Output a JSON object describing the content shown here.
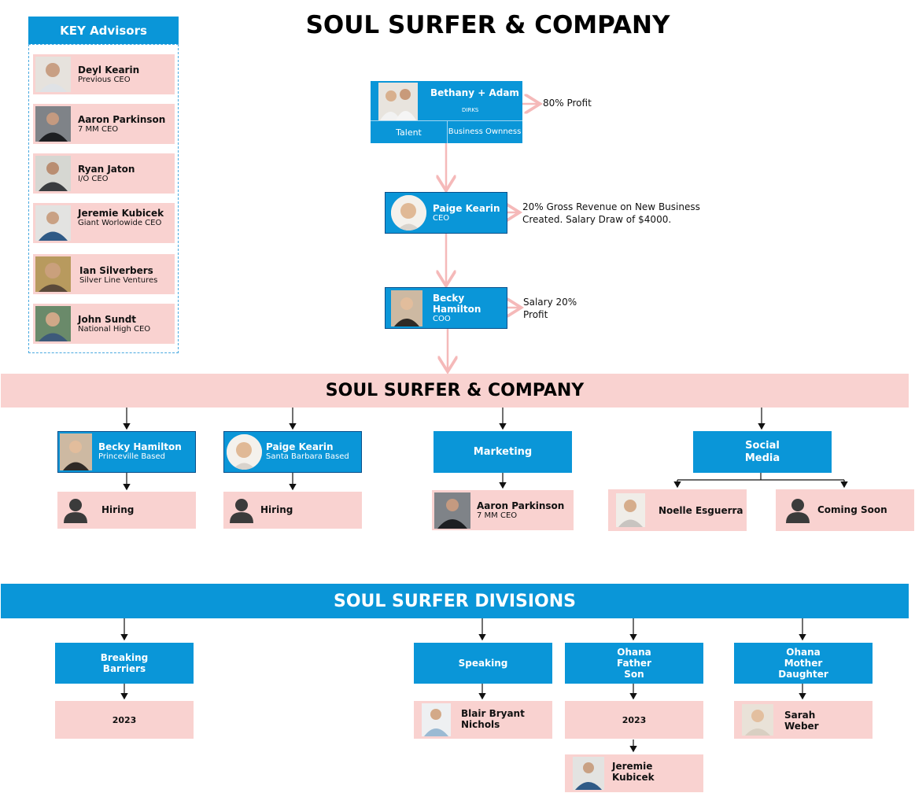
{
  "main_title": "SOUL SURFER & COMPANY",
  "advisors": {
    "header": "KEY Advisors",
    "items": [
      {
        "name": "Deyl Kearin",
        "role": "Previous CEO"
      },
      {
        "name": "Aaron Parkinson",
        "role": "7 MM CEO"
      },
      {
        "name": "Ryan Jaton",
        "role": "I/O CEO"
      },
      {
        "name": "Jeremie Kubicek",
        "role": "Giant Worlowide CEO"
      },
      {
        "name": "Ian Silverbers",
        "role": "Silver Line Ventures"
      },
      {
        "name": "John Sundt",
        "role": "National High CEO"
      }
    ]
  },
  "top_chain": {
    "owners": {
      "name": "Bethany + Adam",
      "sub": "DIRKS",
      "left": "Talent",
      "right": "Business Ownness",
      "note": "80% Profit"
    },
    "ceo": {
      "name": "Paige Kearin",
      "role": "CEO",
      "note": "20% Gross Revenue on New Business Created. Salary Draw of $4000."
    },
    "coo": {
      "name": "Becky Hamilton",
      "role": "COO",
      "note": "Salary 20% Profit"
    }
  },
  "company_band": "SOUL SURFER & COMPANY",
  "company_units": [
    {
      "name": "Becky Hamilton",
      "sub": "Princeville Based",
      "child": "Hiring"
    },
    {
      "name": "Paige Kearin",
      "sub": "Santa Barbara Based",
      "child": "Hiring"
    },
    {
      "name": "Marketing",
      "child_name": "Aaron Parkinson",
      "child_role": "7 MM CEO"
    },
    {
      "name": "Social Media",
      "children": [
        "Noelle Esguerra",
        "Coming Soon"
      ]
    }
  ],
  "divisions_band": "SOUL SURFER DIVISIONS",
  "divisions": [
    {
      "name": "Breaking Barriers",
      "child": "2023"
    },
    {
      "name": "Speaking",
      "child": "Blair Bryant Nichols"
    },
    {
      "name": "Ohana Father Son",
      "child": "2023",
      "grandchild": "Jeremie Kubicek"
    },
    {
      "name": "Ohana Mother Daughter",
      "child": "Sarah Weber"
    }
  ],
  "colors": {
    "blue": "#0a96d8",
    "pink": "#f9d2d0",
    "connector_pink": "#f5b9b9"
  },
  "icons": {
    "person_placeholder": "user-silhouette-icon",
    "photo": "person-photo"
  }
}
